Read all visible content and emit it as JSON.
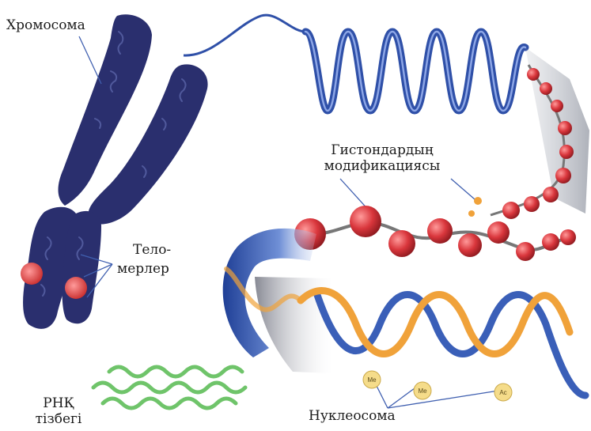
{
  "labels": {
    "chromosome": "Хромосома",
    "histone_mod_line1": "Гистондардың",
    "histone_mod_line2": "модификациясы",
    "telomeres_line1": "Тело-",
    "telomeres_line2": "мерлер",
    "rna_line1": "РНҚ",
    "rna_line2": "тізбегі",
    "nucleosome": "Нуклеосома"
  },
  "marker_texts": [
    "Me",
    "Me",
    "Ac"
  ],
  "colors": {
    "chromosome": "#2a2f6e",
    "chromatin_fiber": "#2f50a8",
    "nucleosome_red": "#d9363c",
    "dna_blue": "#3a5fb8",
    "dna_orange": "#f0a23a",
    "rna_green": "#6fc46a",
    "telomere": "#e04848",
    "marker_yellow": "#f5dc8a",
    "label_text": "#1c1c1c"
  }
}
